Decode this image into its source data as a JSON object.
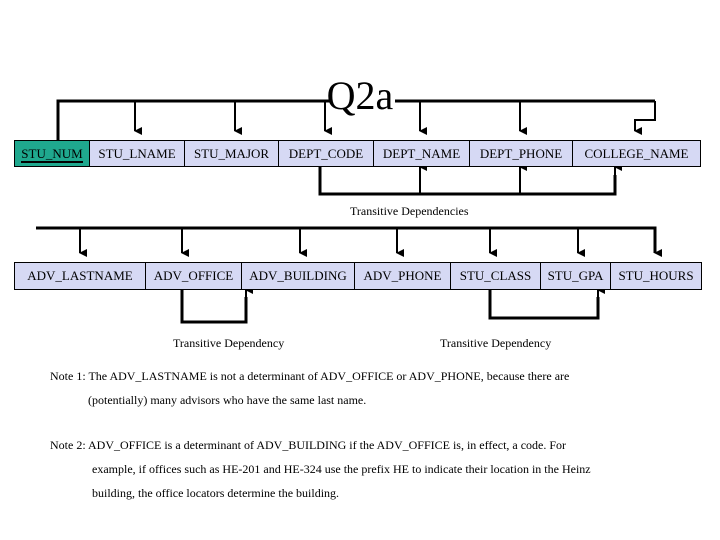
{
  "title": "Q2a",
  "table1": {
    "columns": [
      "STU_NUM",
      "STU_LNAME",
      "STU_MAJOR",
      "DEPT_CODE",
      "DEPT_NAME",
      "DEPT_PHONE",
      "COLLEGE_NAME"
    ],
    "key_column": "STU_NUM",
    "caption": "Transitive Dependencies"
  },
  "table2": {
    "columns": [
      "ADV_LASTNAME",
      "ADV_OFFICE",
      "ADV_BUILDING",
      "ADV_PHONE",
      "STU_CLASS",
      "STU_GPA",
      "STU_HOURS"
    ],
    "caption_left": "Transitive Dependency",
    "caption_right": "Transitive Dependency"
  },
  "notes": {
    "note1_line1": "Note 1: The ADV_LASTNAME is not a determinant of ADV_OFFICE or ADV_PHONE, because there are",
    "note1_line2": "(potentially) many advisors who have the same last name.",
    "note2_line1": "Note 2: ADV_OFFICE is a determinant of ADV_BUILDING if the ADV_OFFICE is, in effect, a code. For",
    "note2_line2": "example, if offices such as HE-201 and HE-324 use the prefix HE to indicate their location in the Heinz",
    "note2_line3": "building, the office locators determine the building."
  },
  "colors": {
    "key_cell": "#1fa88e",
    "cell": "#d6d9f4",
    "lines": "#000000"
  }
}
